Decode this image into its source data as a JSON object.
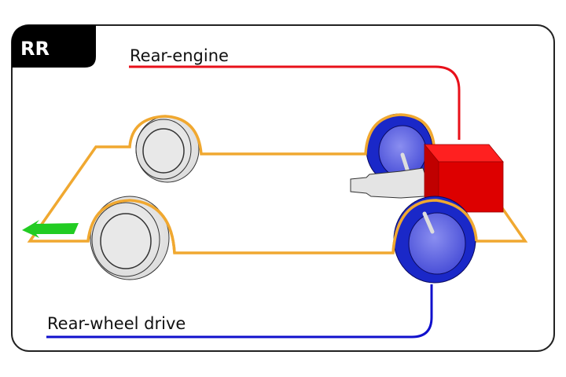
{
  "badge": {
    "label": "RR"
  },
  "labels": {
    "engine": "Rear-engine",
    "drive": "Rear-wheel drive"
  },
  "colors": {
    "engine_line": "#e8101a",
    "drive_line": "#1010cc",
    "body_outline": "#f0a830",
    "driven_wheel": "#1a28c8",
    "engine_block": "#e00000",
    "direction_arrow": "#22cc22",
    "free_wheel": "#e8e8e8"
  },
  "legend_semantics": {
    "arrow": "direction-of-travel",
    "red_block": "engine",
    "blue_wheels": "driven-wheels",
    "grey_wheels": "non-driven-wheels"
  }
}
